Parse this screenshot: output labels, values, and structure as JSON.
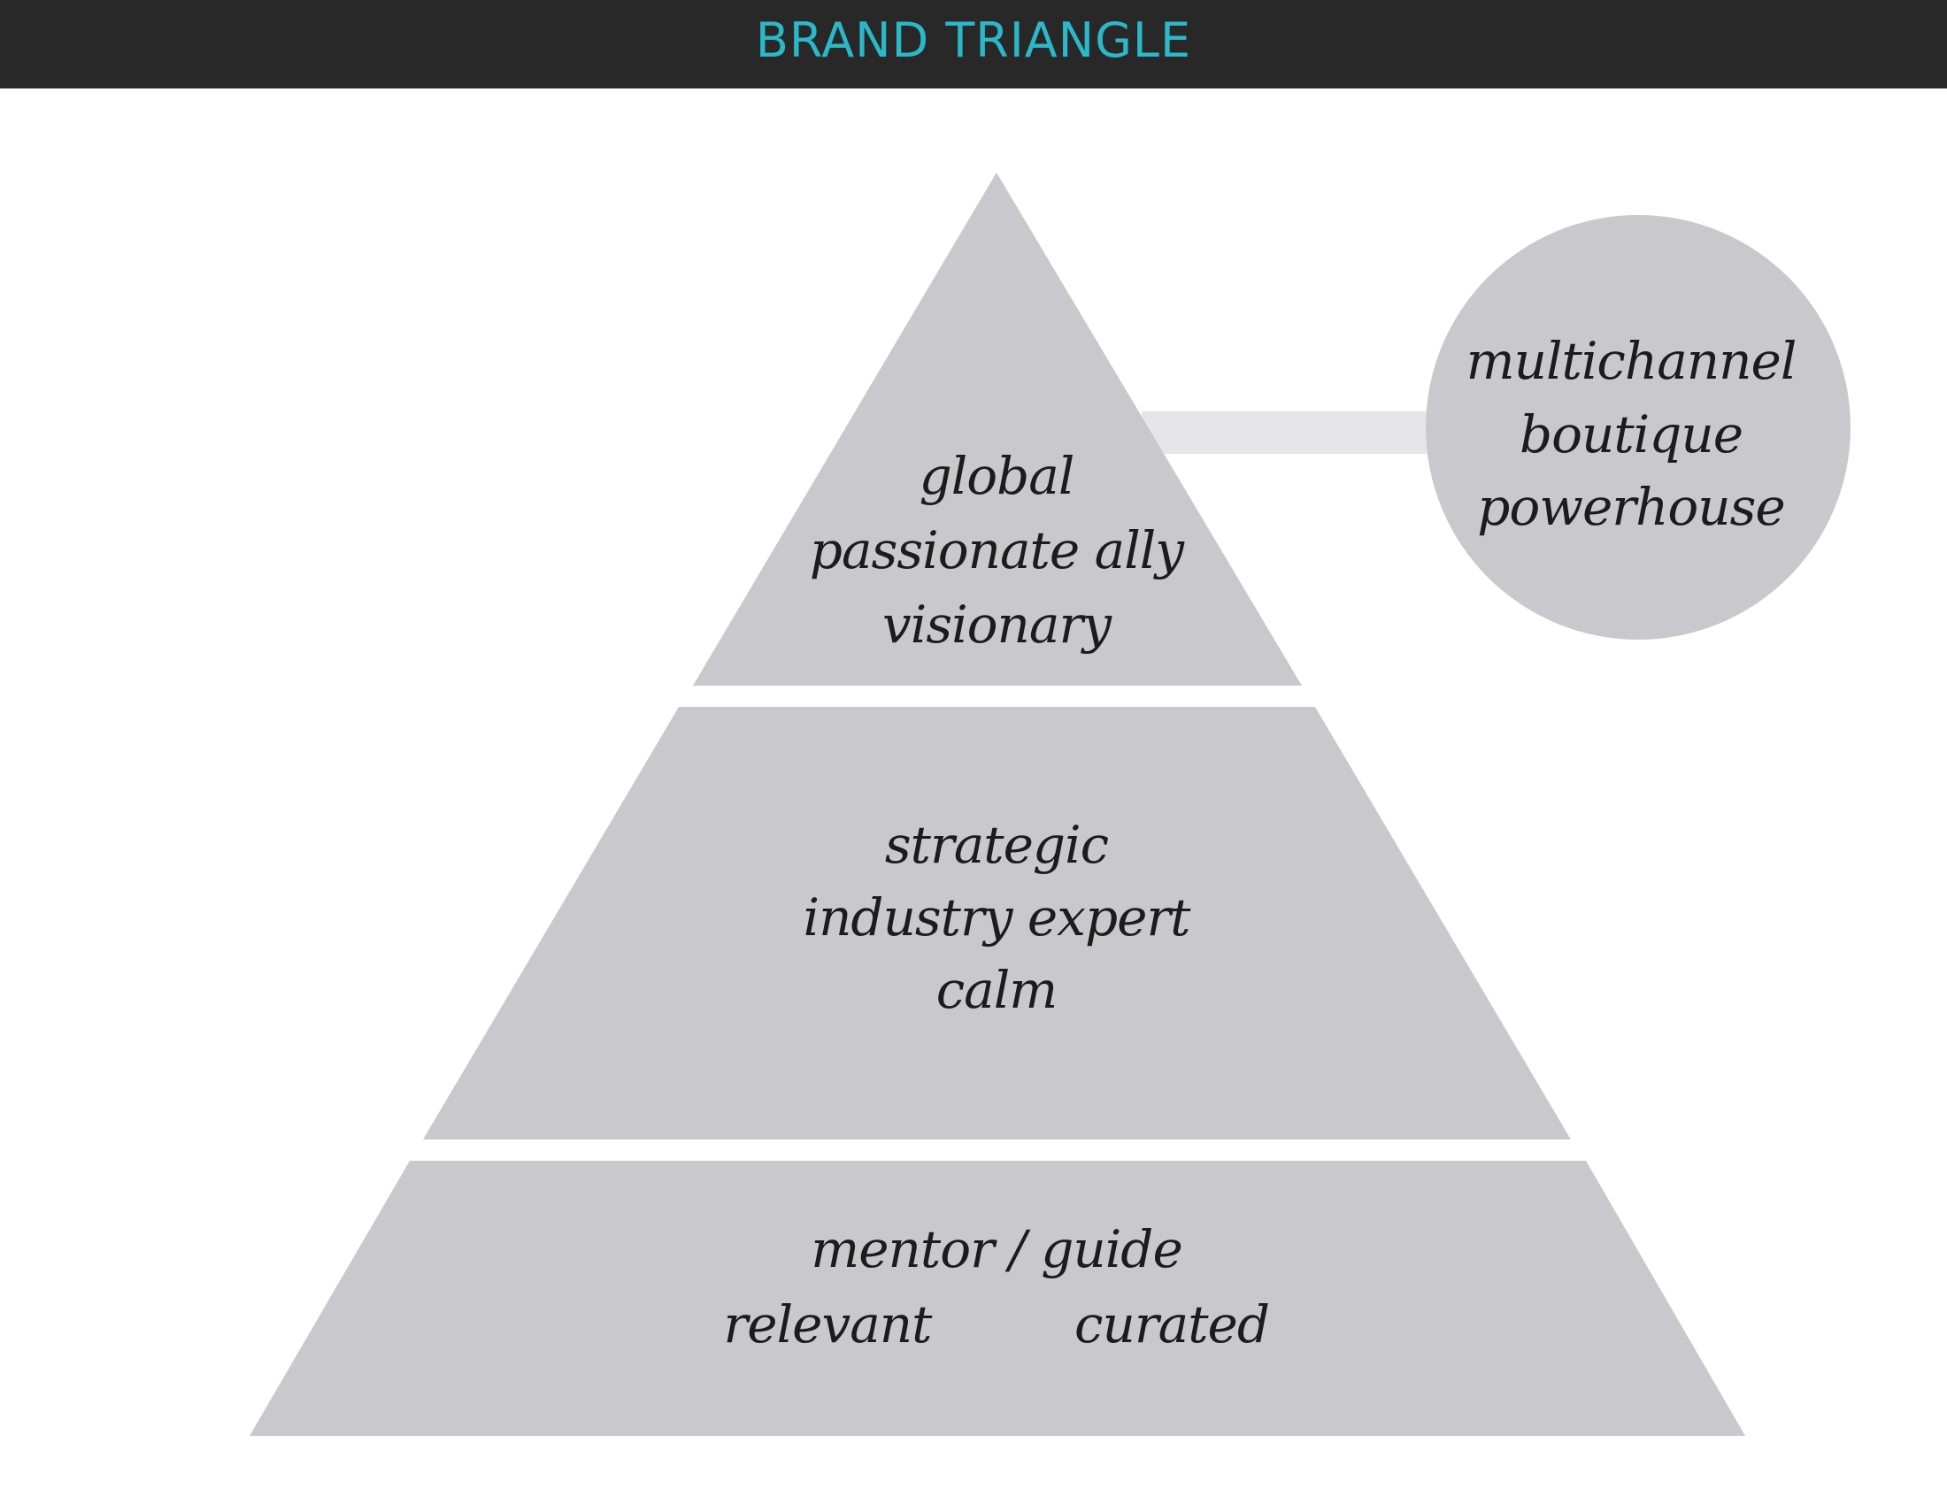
{
  "header": {
    "title": "BRAND TRIANGLE",
    "title_color": "#2bb8c9",
    "background_color": "#282828"
  },
  "pyramid": {
    "fill_color": "#c9c9cd",
    "connector_color": "#e6e6e8",
    "top_tier": {
      "lines": [
        "global",
        "passionate ally",
        "visionary"
      ]
    },
    "middle_tier": {
      "lines": [
        "strategic",
        "industry expert",
        "calm"
      ]
    },
    "bottom_tier": {
      "line1": "mentor / guide",
      "left": "relevant",
      "right": "curated"
    }
  },
  "circle": {
    "lines": [
      "multichannel",
      "boutique",
      "powerhouse"
    ]
  }
}
